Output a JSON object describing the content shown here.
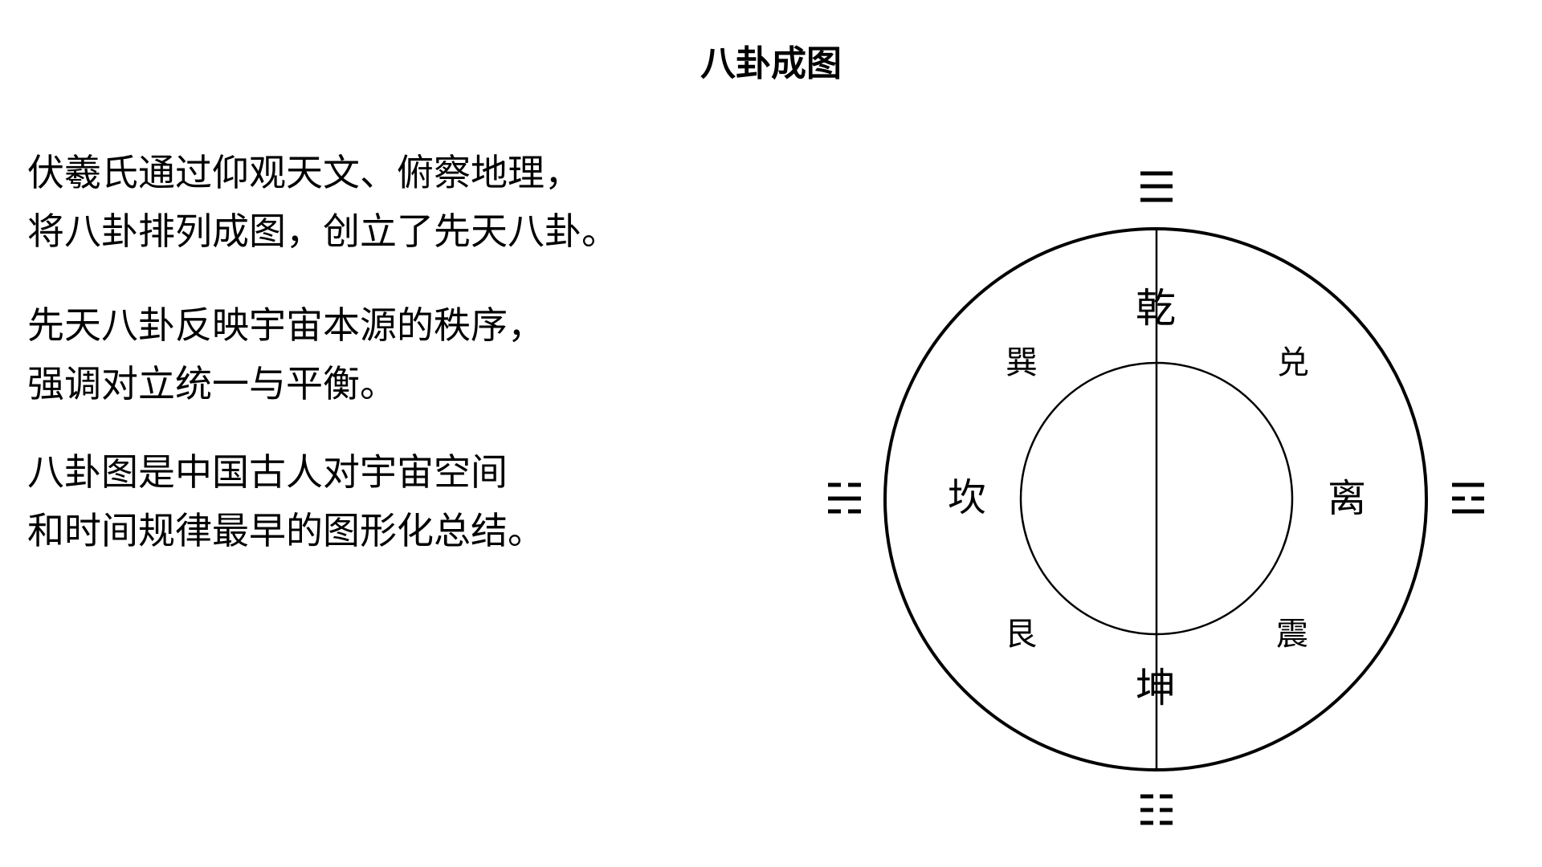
{
  "title": "八卦成图",
  "paragraphs": [
    {
      "lines": [
        "伏羲氏通过仰观天文、俯察地理，",
        "将八卦排列成图，创立了先天八卦。"
      ]
    },
    {
      "lines": [
        "先天八卦反映宇宙本源的秩序，",
        "强调对立统一与平衡。"
      ]
    },
    {
      "lines": [
        "八卦图是中国古人对宇宙空间",
        "和时间规律最早的图形化总结。"
      ]
    }
  ],
  "diagram": {
    "colors": {
      "stroke": "#000000",
      "background": "#ffffff"
    },
    "trigram_symbols": {
      "top": {
        "name": "qian",
        "symbol": "☰",
        "lines": [
          "solid",
          "solid",
          "solid"
        ]
      },
      "left": {
        "name": "kan",
        "symbol": "☵",
        "lines": [
          "broken",
          "solid",
          "broken"
        ]
      },
      "right": {
        "name": "li",
        "symbol": "☲",
        "lines": [
          "solid",
          "broken",
          "solid"
        ]
      },
      "bottom": {
        "name": "kun",
        "symbol": "☷",
        "lines": [
          "broken",
          "broken",
          "broken"
        ]
      }
    },
    "labels": {
      "top": "乾",
      "top_left": "巽",
      "top_right": "兑",
      "left": "坎",
      "right": "离",
      "bottom_left": "艮",
      "bottom_right": "震",
      "bottom": "坤"
    }
  }
}
